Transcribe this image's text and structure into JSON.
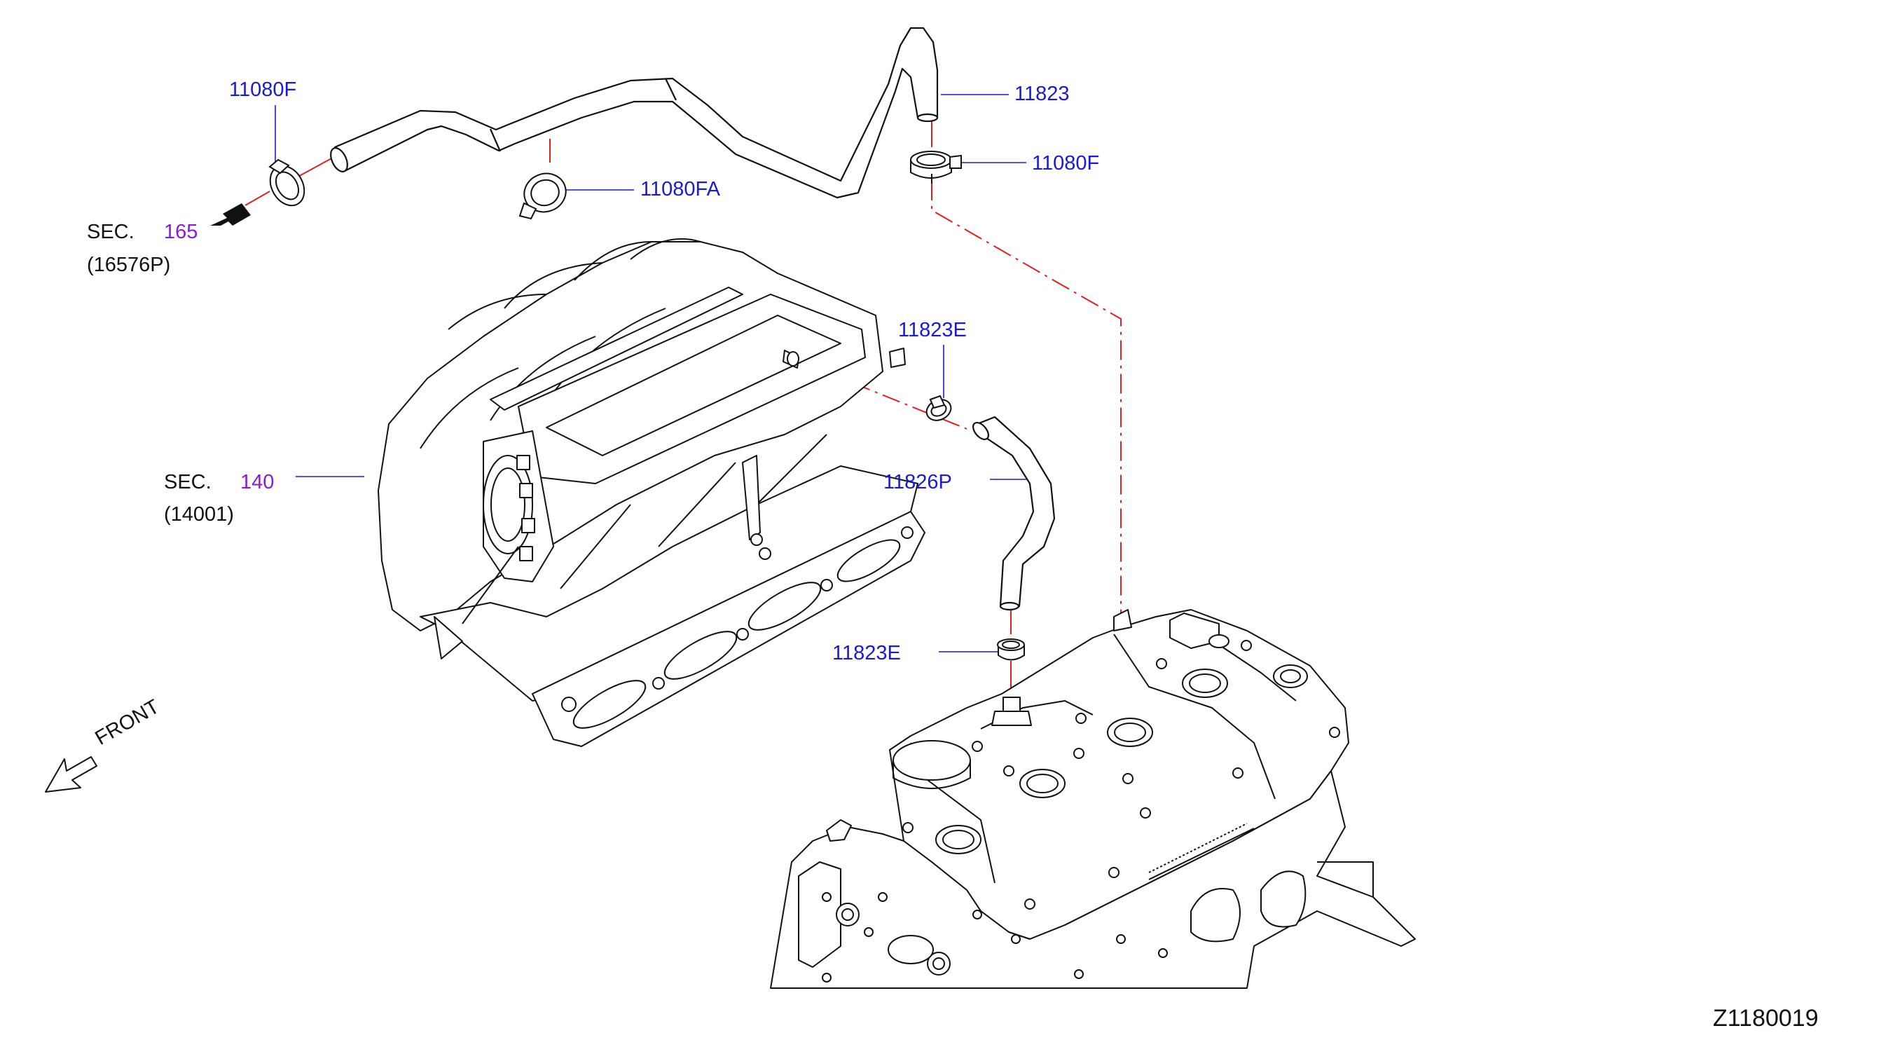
{
  "callouts": {
    "c_11080F_left": "11080F",
    "c_11080FA": "11080FA",
    "c_11823": "11823",
    "c_11080F_right": "11080F",
    "c_11823E_upper": "11823E",
    "c_11826P": "11826P",
    "c_11823E_lower": "11823E"
  },
  "sections": {
    "sec165": {
      "prefix": "SEC.",
      "number": "165",
      "ref": "(16576P)"
    },
    "sec140": {
      "prefix": "SEC.",
      "number": "140",
      "ref": "(14001)"
    }
  },
  "front_label": "FRONT",
  "diagram_id": "Z1180019",
  "colors": {
    "part_number": "#1a1ad6",
    "section_number": "#8a1ad6",
    "guide_line": "#e02020",
    "drawing": "#111111"
  }
}
